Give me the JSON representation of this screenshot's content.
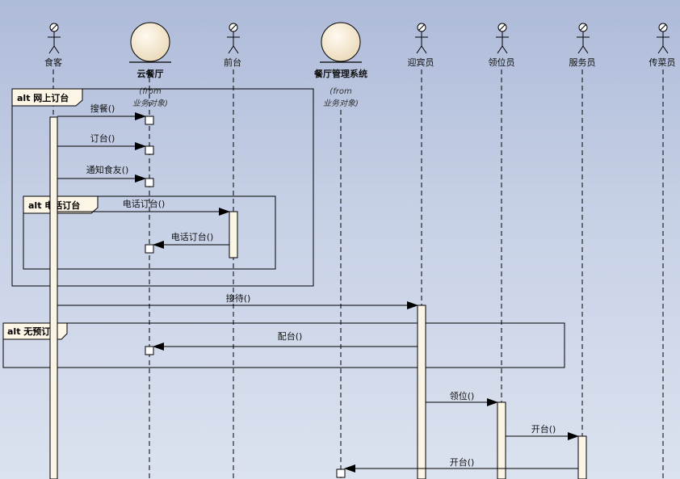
{
  "lifelines": [
    {
      "id": "guest",
      "type": "actor",
      "label": "食客"
    },
    {
      "id": "cloud",
      "type": "entity",
      "label": "云餐厅",
      "from_text": "(from",
      "from_pkg": "业务对象)"
    },
    {
      "id": "desk",
      "type": "actor",
      "label": "前台"
    },
    {
      "id": "system",
      "type": "entity",
      "label": "餐厅管理系统",
      "from_text": "(from",
      "from_pkg": "业务对象)"
    },
    {
      "id": "greeter",
      "type": "actor",
      "label": "迎宾员"
    },
    {
      "id": "usher",
      "type": "actor",
      "label": "领位员"
    },
    {
      "id": "waiter",
      "type": "actor",
      "label": "服务员"
    },
    {
      "id": "runner",
      "type": "actor",
      "label": "传菜员"
    }
  ],
  "frames": [
    {
      "id": "online",
      "label": "alt 网上订台"
    },
    {
      "id": "phone",
      "label": "alt 电话订台"
    },
    {
      "id": "none",
      "label": "alt 无预订"
    }
  ],
  "messages": [
    {
      "id": "m1",
      "label": "搜餐()"
    },
    {
      "id": "m2",
      "label": "订台()"
    },
    {
      "id": "m3",
      "label": "通知食友()"
    },
    {
      "id": "m4",
      "label": "电话订台()"
    },
    {
      "id": "m5",
      "label": "电话订台()"
    },
    {
      "id": "m6",
      "label": "接待()"
    },
    {
      "id": "m7",
      "label": "配台()"
    },
    {
      "id": "m8",
      "label": "领位()"
    },
    {
      "id": "m9",
      "label": "开台()"
    },
    {
      "id": "m10",
      "label": "开台()"
    }
  ],
  "colors": {
    "activation_fill": "#fbf5e6",
    "entity_fill": "#f6ecd7",
    "line": "#000000"
  }
}
